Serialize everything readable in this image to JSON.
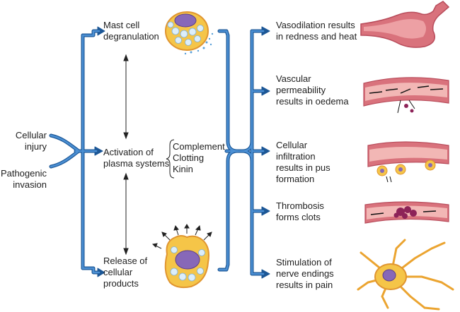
{
  "colors": {
    "arrow_fill": "#4b8fd3",
    "arrow_stroke": "#1c5796",
    "cell_fill": "#f5c548",
    "cell_outline": "#e09530",
    "nucleus": "#8768b8",
    "vessel_wall": "#d9727c",
    "vessel_inner": "#f2b7b5",
    "clot": "#8d2358"
  },
  "triggers": {
    "cellular_injury": [
      "Cellular",
      "injury"
    ],
    "pathogenic_invasion": [
      "Pathogenic",
      "invasion"
    ]
  },
  "mechanisms": {
    "mast_cell": [
      "Mast cell",
      "degranulation"
    ],
    "plasma_systems": [
      "Activation of",
      "plasma systems"
    ],
    "cellular_products": [
      "Release of",
      "cellular",
      "products"
    ]
  },
  "plasma_system_list": [
    "Complement",
    "Clotting",
    "Kinin"
  ],
  "effects": [
    {
      "icon": "dilated-vessel-icon",
      "lines": [
        "Vasodilation results",
        "in redness and heat"
      ]
    },
    {
      "icon": "leaky-vessel-icon",
      "lines": [
        "Vascular",
        "permeability",
        "results in oedema"
      ]
    },
    {
      "icon": "infiltrating-cells-icon",
      "lines": [
        "Cellular",
        "infiltration",
        "results in pus",
        "formation"
      ]
    },
    {
      "icon": "clotted-vessel-icon",
      "lines": [
        "Thrombosis",
        "forms clots"
      ]
    },
    {
      "icon": "nerve-cell-icon",
      "lines": [
        "Stimulation of",
        "nerve endings",
        "results in pain"
      ]
    }
  ]
}
